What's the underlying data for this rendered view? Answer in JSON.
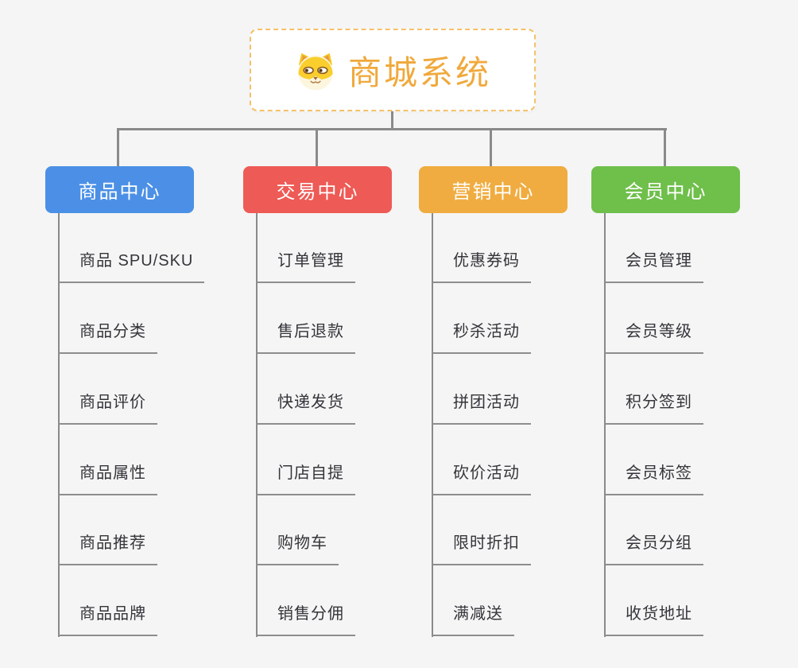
{
  "app": {
    "background": "#f5f5f5",
    "connector_color": "#8a8a8a"
  },
  "root": {
    "title": "商城系统",
    "text_color": "#F0A93C",
    "border_color": "#F5C169",
    "icon": "dog-face-icon"
  },
  "branches": [
    {
      "label": "商品中心",
      "color": "#4B90E6",
      "children": [
        "商品 SPU/SKU",
        "商品分类",
        "商品评价",
        "商品属性",
        "商品推荐",
        "商品品牌"
      ]
    },
    {
      "label": "交易中心",
      "color": "#EE5A55",
      "children": [
        "订单管理",
        "售后退款",
        "快递发货",
        "门店自提",
        "购物车",
        "销售分佣"
      ]
    },
    {
      "label": "营销中心",
      "color": "#F0AC40",
      "children": [
        "优惠券码",
        "秒杀活动",
        "拼团活动",
        "砍价活动",
        "限时折扣",
        "满减送"
      ]
    },
    {
      "label": "会员中心",
      "color": "#6FBF4B",
      "children": [
        "会员管理",
        "会员等级",
        "积分签到",
        "会员标签",
        "会员分组",
        "收货地址"
      ]
    }
  ]
}
